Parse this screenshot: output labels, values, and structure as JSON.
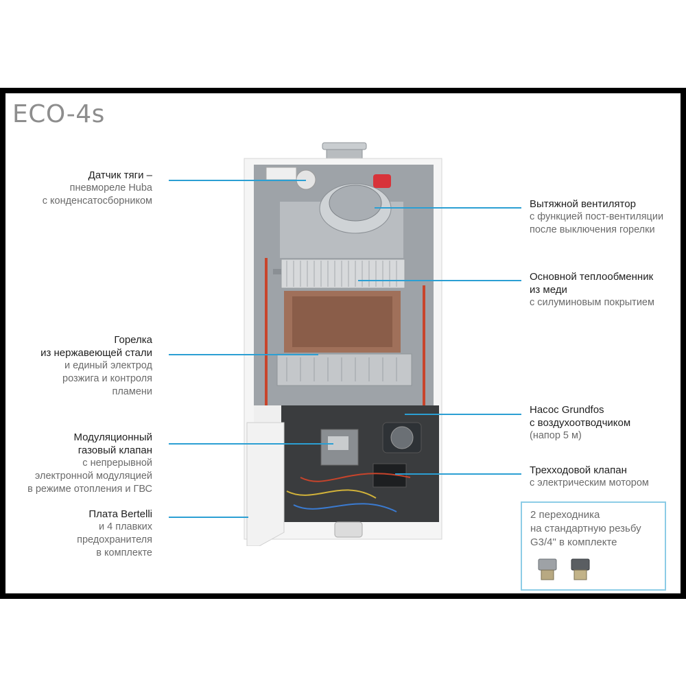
{
  "title": "ECO-4s",
  "colors": {
    "accent": "#2b9fd3",
    "box_border": "#8ccce6",
    "title": "#8d8d8d"
  },
  "callouts": {
    "draft_sensor": {
      "title": "Датчик тяги –",
      "lines": [
        "пневмореле Huba",
        "с конденсатосборником"
      ]
    },
    "fan": {
      "title": "Вытяжной вентилятор",
      "lines": [
        "с функцией пост-вентиляции",
        "после выключения горелки"
      ]
    },
    "heat_exchanger": {
      "title": "Основной теплообменник",
      "title2": "из меди",
      "lines": [
        "с силуминовым покрытием"
      ]
    },
    "burner": {
      "title": "Горелка",
      "title2": "из нержавеющей стали",
      "lines": [
        "и единый электрод",
        "розжига и контроля",
        "пламени"
      ]
    },
    "pump": {
      "title": "Насос Grundfos",
      "title2": "с воздухоотводчиком",
      "lines": [
        "(напор 5 м)"
      ]
    },
    "gas_valve": {
      "title": "Модуляционный",
      "title2": "газовый клапан",
      "lines": [
        "с непрерывной",
        "электронной модуляцией",
        "в режиме отопления и ГВС"
      ]
    },
    "three_way_valve": {
      "title": "Трехходовой клапан",
      "lines": [
        "с электрическим мотором"
      ]
    },
    "board": {
      "title": "Плата Bertelli",
      "lines": [
        "и 4 плавких",
        "предохранителя",
        "в комплекте"
      ]
    }
  },
  "adapters": {
    "lines": [
      "2 переходника",
      "на стандартную резьбу",
      "G3/4\" в комплекте"
    ]
  }
}
